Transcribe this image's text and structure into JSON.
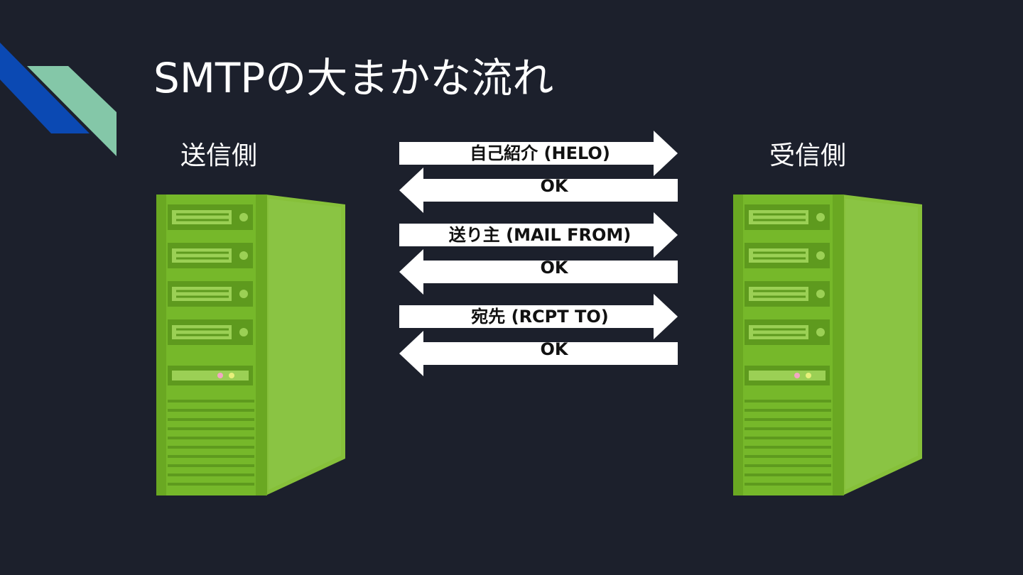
{
  "title": "SMTPの大まかな流れ",
  "sender": {
    "label": "送信側"
  },
  "receiver": {
    "label": "受信側"
  },
  "messages": [
    {
      "direction": "right",
      "label": "自己紹介 (HELO)"
    },
    {
      "direction": "left",
      "label": "OK"
    },
    {
      "direction": "right",
      "label": "送り主 (MAIL FROM)"
    },
    {
      "direction": "left",
      "label": "OK"
    },
    {
      "direction": "right",
      "label": "宛先 (RCPT TO)"
    },
    {
      "direction": "left",
      "label": "OK"
    }
  ],
  "colors": {
    "background": "#1c202c",
    "accent_blue": "#0b49b3",
    "accent_teal": "#84c7a8",
    "server_green": "#76b82a",
    "arrow_fill": "#ffffff"
  }
}
